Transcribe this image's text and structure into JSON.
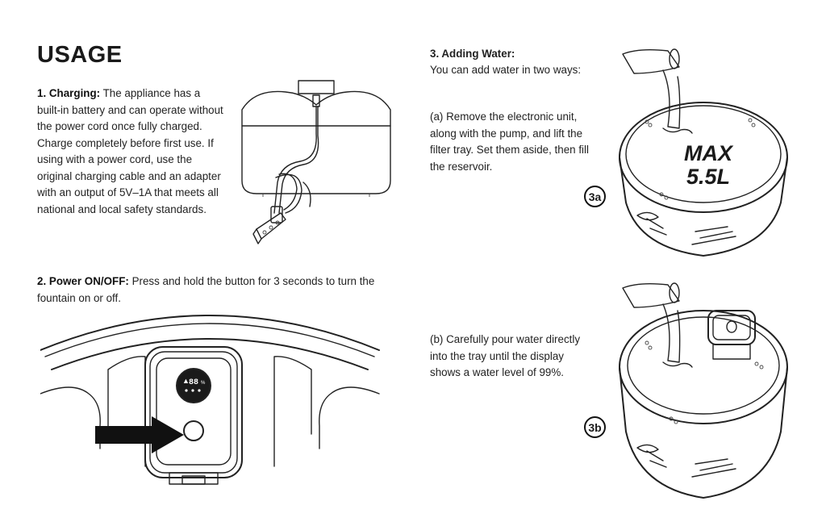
{
  "page": {
    "title": "USAGE"
  },
  "section1": {
    "heading": "1. Charging:",
    "text": "The appliance has a built-in battery and can operate without the power cord once fully charged. Charge completely before first use. If using with a power cord, use the original charging cable and an adapter with an output of 5V–1A that meets all national and local safety standards."
  },
  "section2": {
    "heading": "2. Power ON/OFF:",
    "text": "Press and hold the button for 3 seconds to turn the fountain on or off.",
    "display_value": "88",
    "display_unit": "%"
  },
  "section3": {
    "heading": "3. Adding Water:",
    "intro": "You can add water in two ways:",
    "option_a": "(a) Remove the electronic unit, along with the pump, and lift the filter tray. Set them aside, then fill the reservoir.",
    "option_b": "(b) Carefully pour water directly into the tray until the display shows a water level of 99%.",
    "badge_a": "3a",
    "badge_b": "3b",
    "max_label_1": "MAX",
    "max_label_2": "5.5L"
  },
  "icons": [
    "fountain-charging-illustration",
    "power-button-illustration",
    "arrow-icon",
    "water-pour-illustration"
  ]
}
